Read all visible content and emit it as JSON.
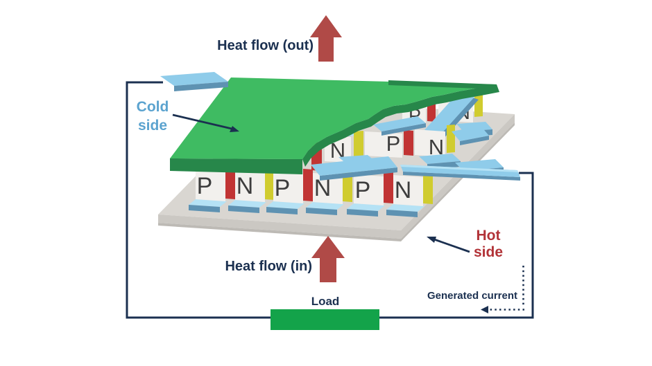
{
  "diagram": {
    "heat_flow_out": "Heat flow (out)",
    "heat_flow_in": "Heat flow (in)",
    "cold_side": [
      "Cold",
      "side"
    ],
    "hot_side": [
      "Hot",
      "side"
    ],
    "load": "Load",
    "generated_current": "Generated current",
    "letters": {
      "p": "P",
      "n": "N"
    }
  },
  "colors": {
    "navy": "#1b3050",
    "cold_blue": "#5ba3cf",
    "hot_red": "#b23338",
    "arrow_red": "#b04a47",
    "plate_green": "#3fbb62",
    "plate_green_dark": "#27874a",
    "load_green": "#13a34a",
    "connector_blue": "#8fccea",
    "connector_blue_pale": "#b5e2f5",
    "connector_steel": "#5e92b2",
    "cube_white": "#f2f0ed",
    "strip_red": "#c13434",
    "strip_yellow": "#d0cc2f",
    "base_top": "#d9d6d1",
    "base_front": "#cbc8c3",
    "base_side": "#bdbab5",
    "letter_gray": "#3d3d3d"
  }
}
